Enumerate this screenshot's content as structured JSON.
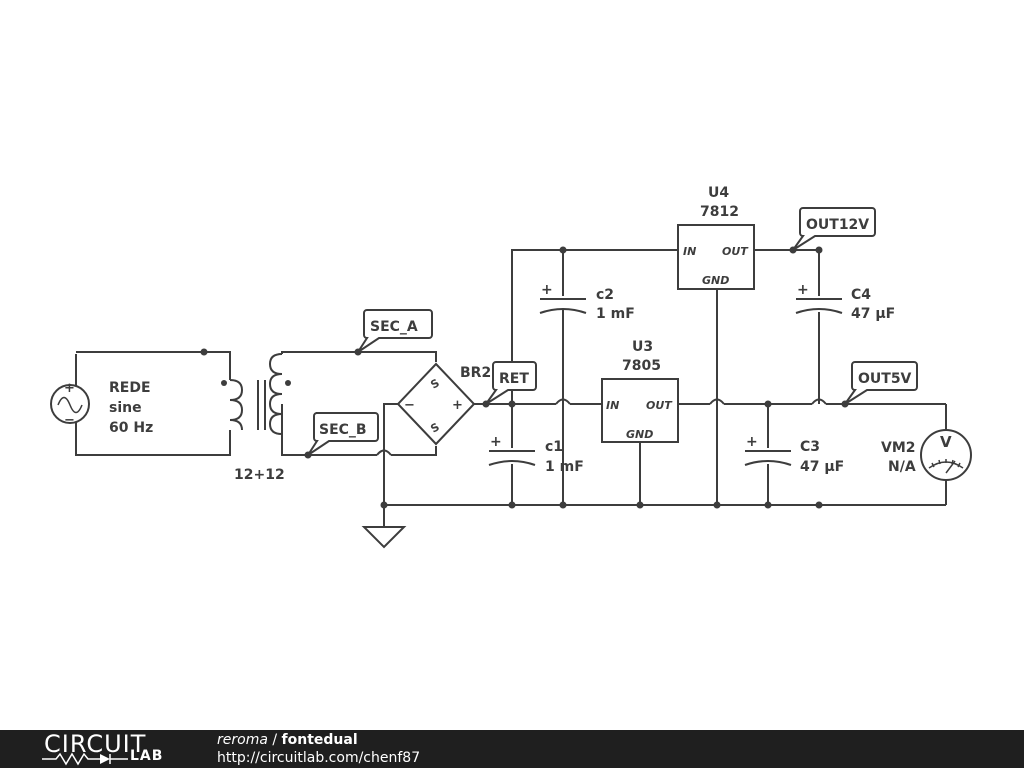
{
  "components": {
    "source": {
      "name": "REDE",
      "type": "sine",
      "freq": "60 Hz"
    },
    "transformer": {
      "ratio": "12+12"
    },
    "bridge": {
      "name": "BR2"
    },
    "c1": {
      "name": "c1",
      "value": "1 mF"
    },
    "c2": {
      "name": "c2",
      "value": "1 mF"
    },
    "c3": {
      "name": "C3",
      "value": "47 µF"
    },
    "c4": {
      "name": "C4",
      "value": "47 µF"
    },
    "u3": {
      "name": "U3",
      "part": "7805",
      "pin_in": "IN",
      "pin_out": "OUT",
      "pin_gnd": "GND"
    },
    "u4": {
      "name": "U4",
      "part": "7812",
      "pin_in": "IN",
      "pin_out": "OUT",
      "pin_gnd": "GND"
    },
    "vm2": {
      "name": "VM2",
      "value": "N/A",
      "symbol": "V"
    }
  },
  "net_labels": {
    "sec_a": "SEC_A",
    "sec_b": "SEC_B",
    "ret": "RET",
    "out12v": "OUT12V",
    "out5v": "OUT5V"
  },
  "bridge_pins": {
    "minus": "−",
    "plus": "+",
    "ac1": "S",
    "ac2": "S"
  },
  "footer": {
    "logo_top": "CIRCUIT",
    "logo_bottom": "LAB",
    "user": "reroma",
    "separator": " / ",
    "title": "fontedual",
    "url": "http://circuitlab.com/chenf87"
  }
}
